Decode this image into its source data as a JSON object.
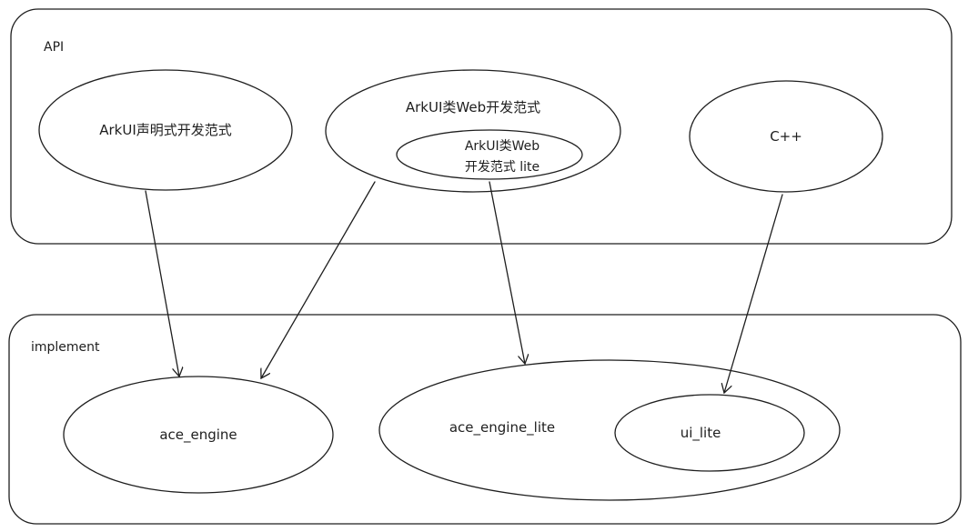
{
  "groups": {
    "api": {
      "label": "API"
    },
    "implement": {
      "label": "implement"
    }
  },
  "nodes": {
    "arkui_declarative": {
      "label": "ArkUI声明式开发范式"
    },
    "arkui_web": {
      "label": "ArkUI类Web开发范式"
    },
    "arkui_web_lite": {
      "line1": "ArkUI类Web",
      "line2": "开发范式 lite"
    },
    "cpp": {
      "label": "C++"
    },
    "ace_engine": {
      "label": "ace_engine"
    },
    "ace_engine_lite": {
      "label": "ace_engine_lite"
    },
    "ui_lite": {
      "label": "ui_lite"
    }
  },
  "edges": [
    {
      "from": "ArkUI声明式开发范式",
      "to": "ace_engine"
    },
    {
      "from": "ArkUI类Web开发范式",
      "to": "ace_engine"
    },
    {
      "from": "ArkUI类Web 开发范式 lite",
      "to": "ace_engine_lite"
    },
    {
      "from": "C++",
      "to": "ui_lite"
    }
  ]
}
